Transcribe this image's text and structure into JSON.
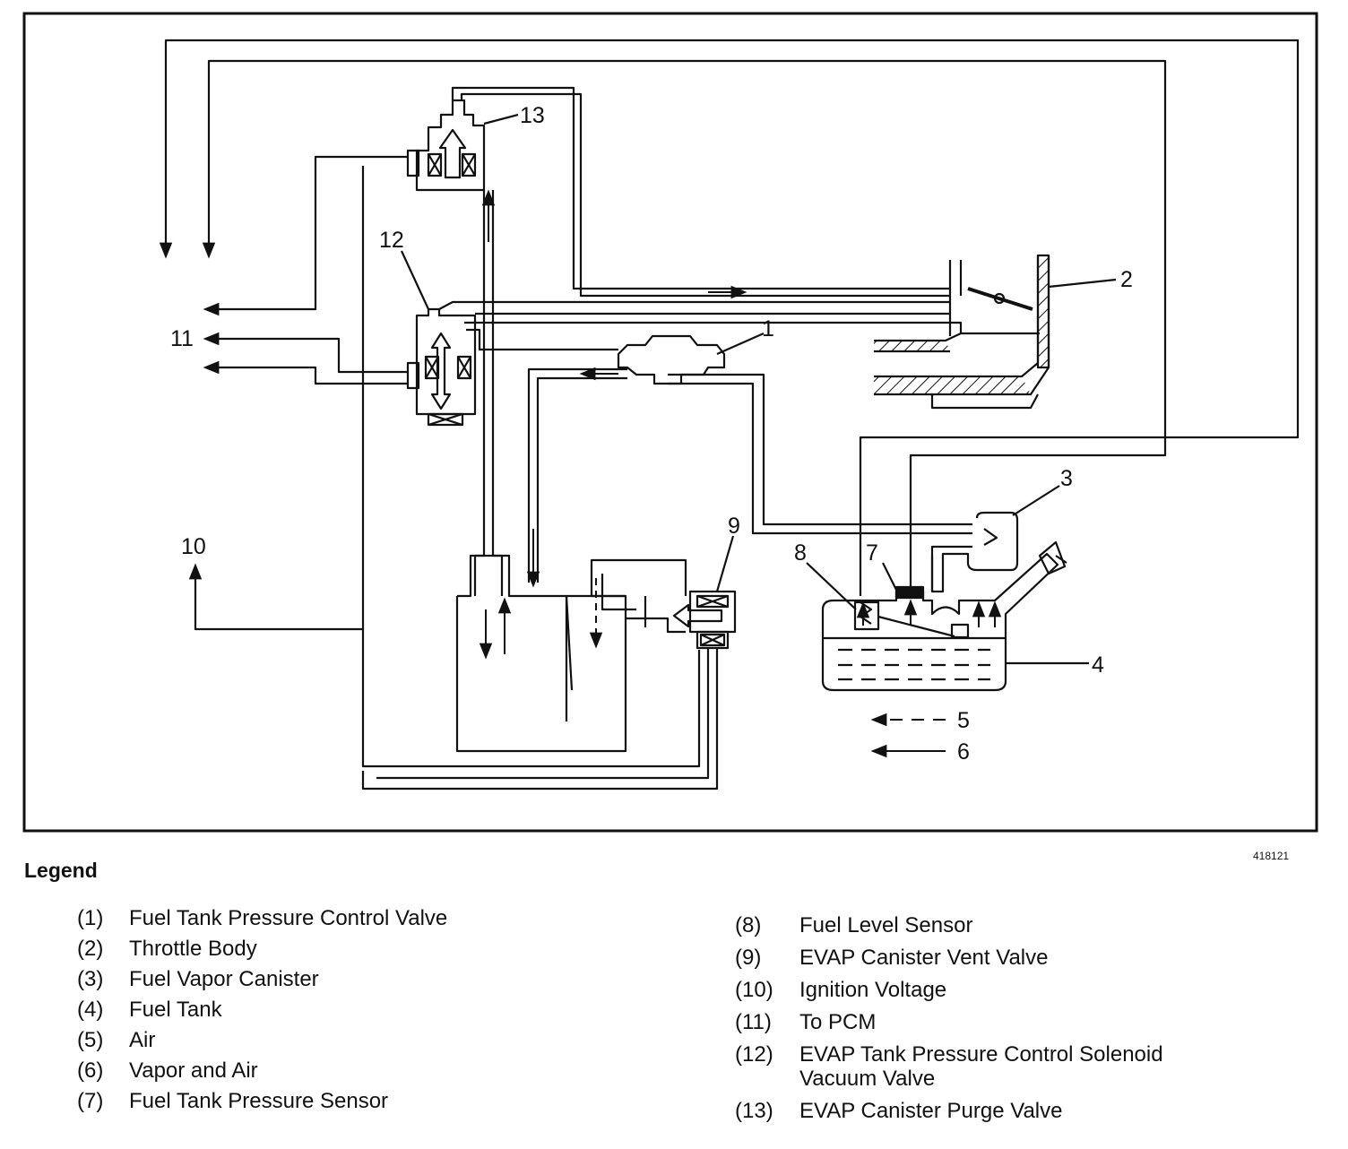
{
  "diagram": {
    "reference_number": "418121",
    "callouts": [
      "1",
      "2",
      "3",
      "4",
      "5",
      "6",
      "7",
      "8",
      "9",
      "10",
      "11",
      "12",
      "13"
    ]
  },
  "legend": {
    "title": "Legend",
    "items_left": [
      {
        "num": "(1)",
        "label": "Fuel Tank Pressure Control Valve"
      },
      {
        "num": "(2)",
        "label": "Throttle Body"
      },
      {
        "num": "(3)",
        "label": "Fuel Vapor Canister"
      },
      {
        "num": "(4)",
        "label": "Fuel Tank"
      },
      {
        "num": "(5)",
        "label": "Air"
      },
      {
        "num": "(6)",
        "label": "Vapor and Air"
      },
      {
        "num": "(7)",
        "label": "Fuel Tank Pressure Sensor"
      }
    ],
    "items_right": [
      {
        "num": "(8)",
        "label": "Fuel Level Sensor"
      },
      {
        "num": "(9)",
        "label": "EVAP Canister Vent Valve"
      },
      {
        "num": "(10)",
        "label": "Ignition Voltage"
      },
      {
        "num": "(11)",
        "label": "To PCM"
      },
      {
        "num": "(12)",
        "label": "EVAP Tank Pressure Control Solenoid Vacuum Valve"
      },
      {
        "num": "(13)",
        "label": "EVAP Canister Purge Valve"
      }
    ]
  }
}
